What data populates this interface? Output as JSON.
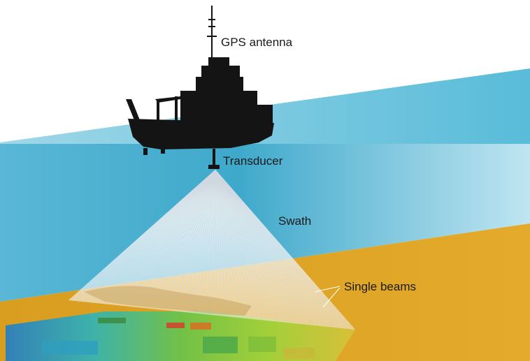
{
  "labels": {
    "gps_antenna": "GPS antenna",
    "transducer": "Transducer",
    "swath": "Swath",
    "single_beams": "Single beams"
  },
  "colors": {
    "water_light": "#c9e9f3",
    "water_mid": "#7cc6dc",
    "water_deep": "#3fa9cb",
    "seafloor": "#e0a82e",
    "ship": "#141414",
    "swath": "#ffffff"
  },
  "icons": {
    "ship": "survey-vessel-silhouette",
    "gps": "gps-antenna-icon",
    "transducer": "transducer-icon"
  }
}
